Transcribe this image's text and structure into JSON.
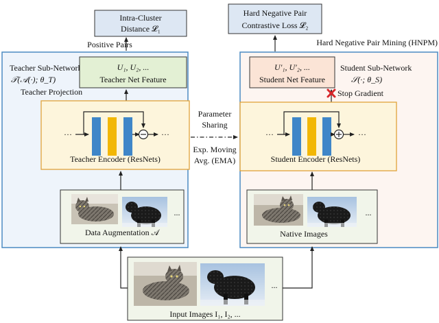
{
  "top": {
    "intra_cluster": {
      "line1": "Intra-Cluster",
      "line2": "Distance 𝓛₁"
    },
    "hard_negative": {
      "line1": "Hard Negative Pair",
      "line2": "Contrastive Loss 𝓛₂"
    },
    "positive_pairs": "Positive Pairs",
    "hnpm": "Hard Negative Pair Mining (HNPM)"
  },
  "teacher": {
    "title": "Teacher Sub-Network",
    "formula": "𝒯(𝒜(·); θ_T)",
    "projection": "Teacher Projection",
    "feature_vars": "U₁, U₂, ...",
    "feature_label": "Teacher Net Feature",
    "encoder_label": "Teacher Encoder (ResNets)",
    "augmentation_label": "Data Augmentation 𝒜",
    "ellipsis": "..."
  },
  "student": {
    "title": "Student Sub-Network",
    "formula": "𝒮(·; θ_S)",
    "feature_vars": "U′₁, U′₂, ...",
    "feature_label": "Student Net Feature",
    "stop_gradient": "Stop Gradient",
    "encoder_label": "Student Encoder (ResNets)",
    "native_label": "Native Images",
    "ellipsis": "..."
  },
  "middle": {
    "param_line1": "Parameter",
    "param_line2": "Sharing",
    "ema_line1": "Exp. Moving",
    "ema_line2": "Avg. (EMA)"
  },
  "input": {
    "label": "Input Images I₁, I₂, ...",
    "ellipsis": "..."
  },
  "colors": {
    "top_box": "#dde7f3",
    "teacher_region": "#eef4fb",
    "student_region": "#fdf5f1",
    "teacher_feature": "#e3f0d4",
    "student_feature": "#fbe4d6",
    "encoder_box": "#fdf5dc",
    "image_box": "#f1f5ea",
    "resnet_blue": "#3f86c8",
    "resnet_yellow": "#f2b705",
    "stop_red": "#d8262a"
  }
}
